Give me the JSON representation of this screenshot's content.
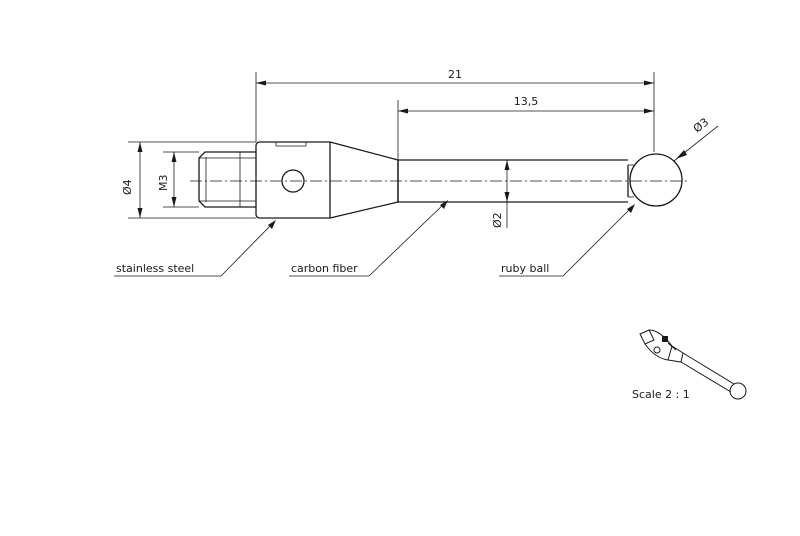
{
  "dimensions": {
    "overall_length": "21",
    "shaft_length": "13,5",
    "ball_diameter": "Ø3",
    "body_diameter": "Ø4",
    "thread": "M3",
    "shaft_diameter": "Ø2"
  },
  "callouts": {
    "stainless_steel": "stainless steel",
    "carbon_fiber": "carbon fiber",
    "ruby_ball": "ruby ball"
  },
  "scale_label": "Scale 2 : 1",
  "colors": {
    "line": "#1a1a1a",
    "background": "#ffffff"
  }
}
